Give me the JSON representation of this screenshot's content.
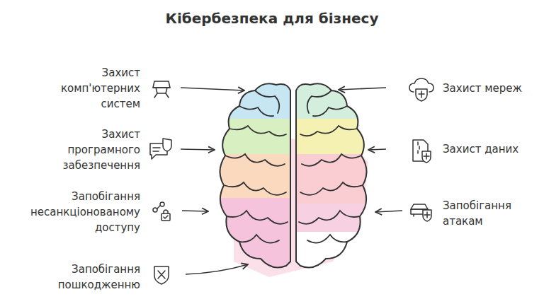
{
  "diagram": {
    "title": "Кібербезпека для бізнесу",
    "labels": [
      "Захист комп'ютерних систем",
      "Захист мереж",
      "Захист програмного забезпечення",
      "Захист даних",
      "Запобігання несанкціонованому доступу",
      "Запобігання атакам",
      "Запобігання пошкодженню"
    ]
  }
}
